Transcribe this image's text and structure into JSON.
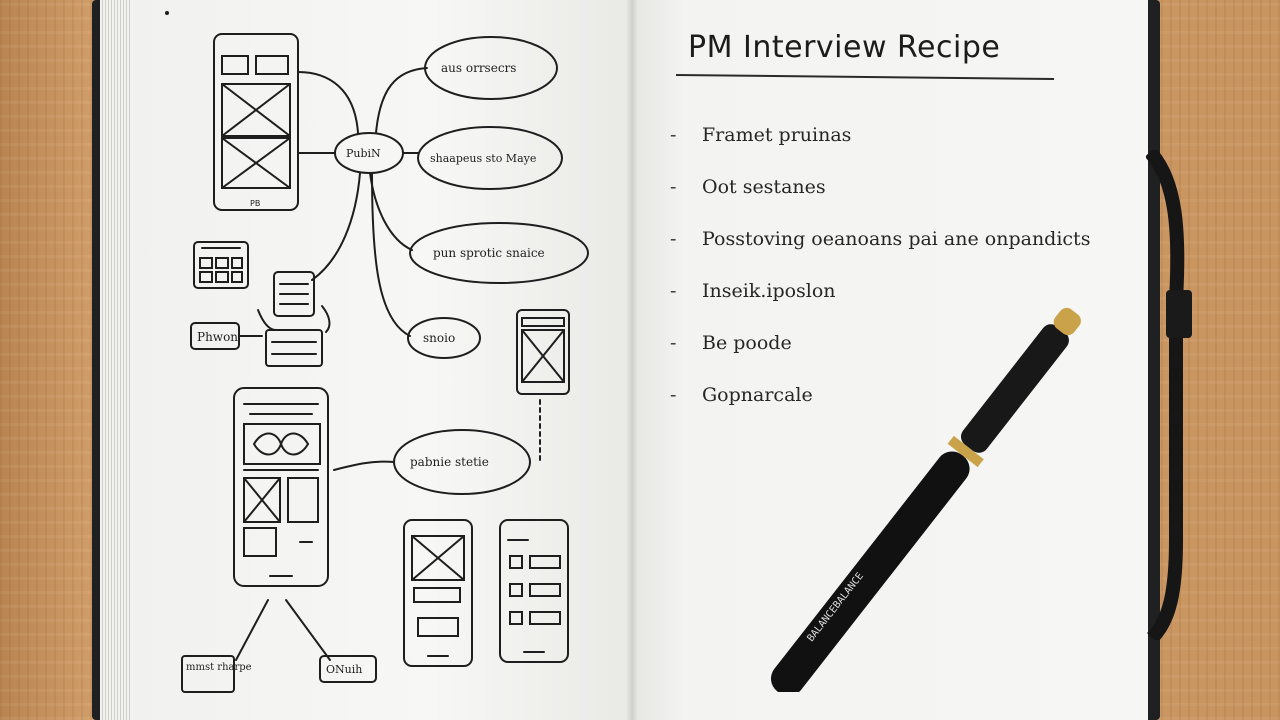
{
  "scene": {
    "description_type": "photo of an open notebook with sketches and a pen on a wooden desk"
  },
  "right_page": {
    "title": "PM Interview Recipe",
    "list_items": [
      {
        "bullet": "-",
        "text": "Framet pruinas"
      },
      {
        "bullet": "-",
        "text": "Oot sestanes"
      },
      {
        "bullet": "-",
        "text": "Posstoving  oeanoans  pai  ane  onpandicts"
      },
      {
        "bullet": "-",
        "text": "Inseik.iposlon"
      },
      {
        "bullet": "-",
        "text": "Be poode"
      },
      {
        "bullet": "-",
        "text": "Gopnarcale"
      }
    ]
  },
  "left_page": {
    "bubbles": [
      {
        "text": "aus orrsecrs"
      },
      {
        "text": "shaapeus sto Maye"
      },
      {
        "text": "pun  sprotic  snaice"
      },
      {
        "text": "snoio"
      },
      {
        "text": "pabnie  stetie"
      }
    ],
    "center_node": "PubiN",
    "small_labels": [
      "Phwon",
      "mmst rharpe",
      "ONuih"
    ],
    "phone_label": "PB"
  },
  "pen": {
    "brand_text": "BALANCEBALANCE"
  },
  "colors": {
    "ink": "#1e1e1e",
    "paper": "#f5f5f3",
    "desk": "#c8945f",
    "pen_body": "#111111",
    "pen_ring": "#c9a24a"
  }
}
